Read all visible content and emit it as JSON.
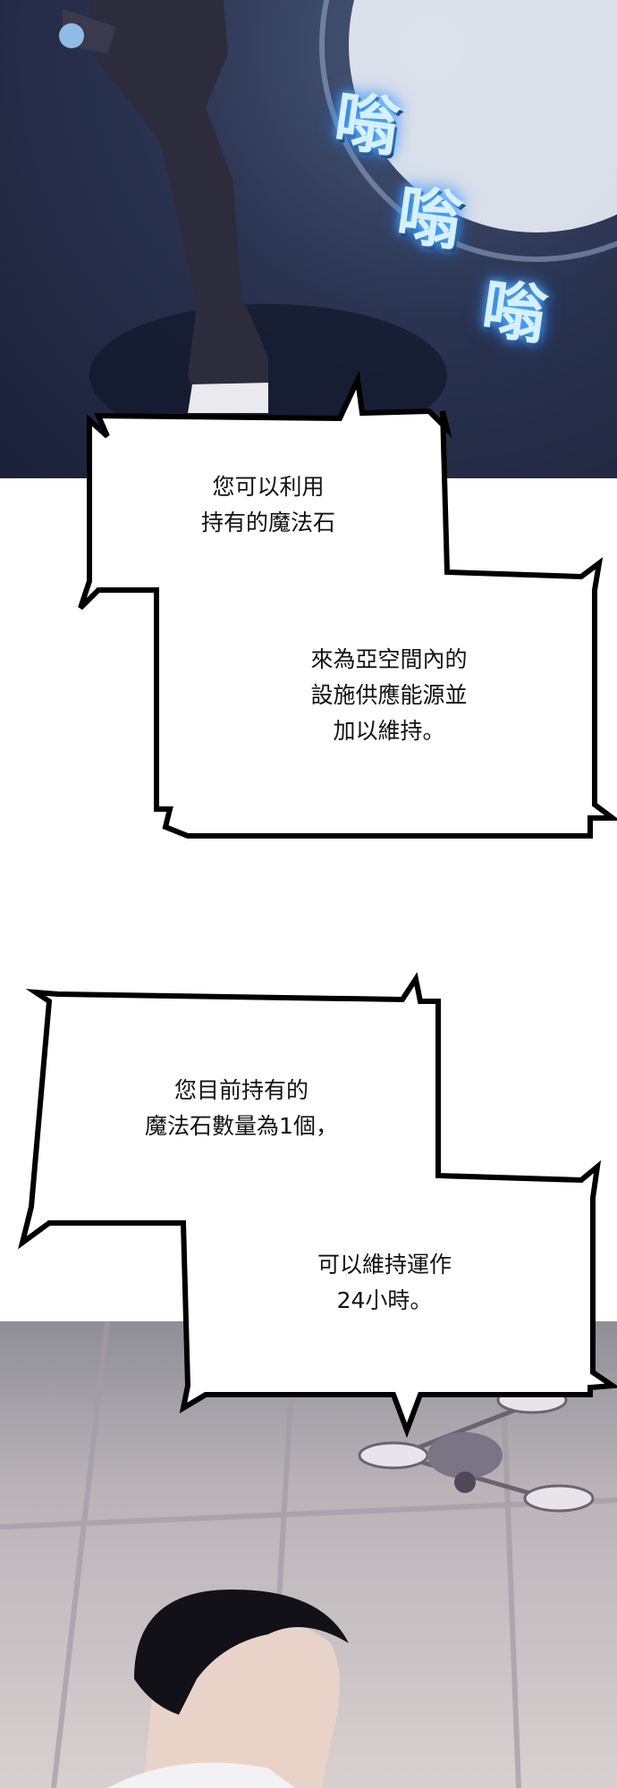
{
  "sfx": [
    "嗡",
    "嗡",
    "嗡"
  ],
  "bubble1": {
    "line_a": "您可以利用\n持有的魔法石",
    "line_b": "來為亞空間內的\n設施供應能源並\n加以維持。"
  },
  "bubble2": {
    "line_a": "您目前持有的\n魔法石數量為1個，",
    "line_b": "可以維持運作\n24小時。"
  },
  "colors": {
    "night_bg": "#1a2138",
    "glow": "#5ab8ff",
    "ceiling_bg": "#b9b3b8"
  }
}
